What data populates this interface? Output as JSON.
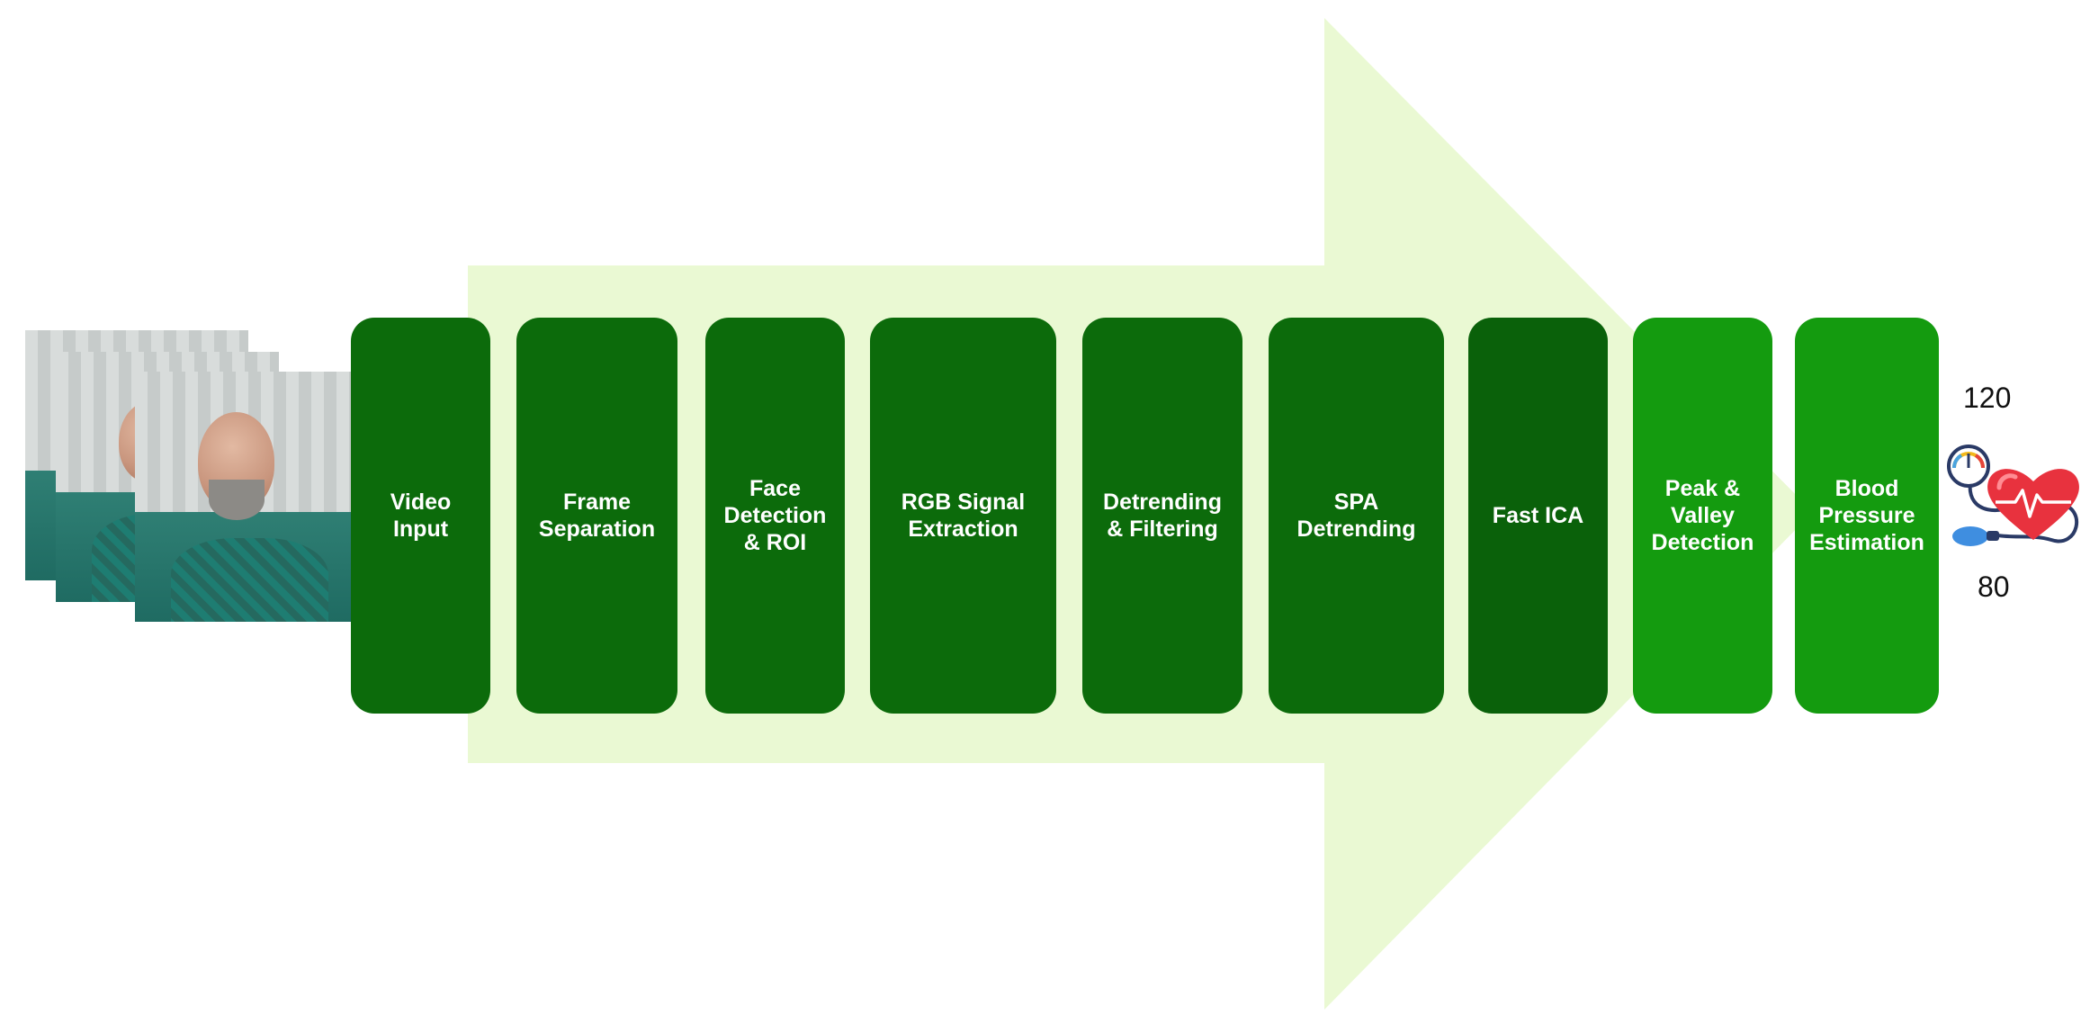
{
  "colors": {
    "arrow": "#eaf9d3",
    "stage_dark": "#0c6b0b",
    "stage_darker": "#0a610a",
    "stage_bright": "#149b0f",
    "text": "#ffffff"
  },
  "stages": [
    {
      "label": "Video\nInput",
      "tone": "dark"
    },
    {
      "label": "Frame\nSeparation",
      "tone": "dark"
    },
    {
      "label": "Face\nDetection\n& ROI",
      "tone": "dark"
    },
    {
      "label": "RGB Signal\nExtraction",
      "tone": "dark"
    },
    {
      "label": "Detrending\n& Filtering",
      "tone": "dark"
    },
    {
      "label": "SPA\nDetrending",
      "tone": "dark"
    },
    {
      "label": "Fast ICA",
      "tone": "darker"
    },
    {
      "label": "Peak &\nValley\nDetection",
      "tone": "bright"
    },
    {
      "label": "Blood\nPressure\nEstimation",
      "tone": "bright"
    }
  ],
  "output": {
    "systolic": "120",
    "diastolic": "80",
    "icon": "heart-blood-pressure-icon"
  },
  "input_frames": {
    "icon": "video-frames-stack"
  }
}
